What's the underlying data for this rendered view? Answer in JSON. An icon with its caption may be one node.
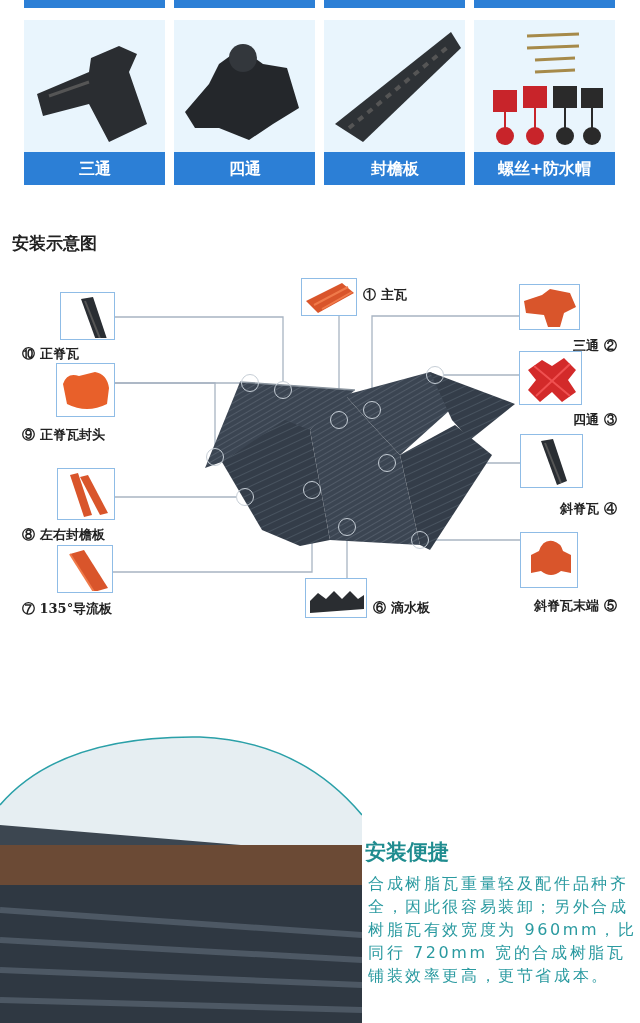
{
  "diagram": {
    "title": "安装示意图",
    "nodes": [
      {
        "text": [
          "三通"
        ]
      },
      {
        "text": [
          "四通"
        ]
      },
      {
        "text": [
          "封檐板"
        ]
      },
      {
        "text": [
          "螺丝+防水帽"
        ]
      },
      {
        "text": [
          "① 主瓦"
        ]
      },
      {
        "text": [
          "三通 ②"
        ]
      },
      {
        "text": [
          "四通 ③"
        ]
      },
      {
        "text": [
          "斜脊瓦 ④"
        ]
      },
      {
        "text": [
          "斜脊瓦末端 ⑤"
        ]
      },
      {
        "text": [
          "⑥ 滴水板"
        ]
      },
      {
        "text": [
          "⑦ 135°导流板"
        ]
      },
      {
        "text": [
          "⑧ 左右封檐板"
        ]
      },
      {
        "text": [
          "⑨ 正脊瓦封头"
        ]
      },
      {
        "text": [
          "⑩ 正脊瓦"
        ]
      },
      {
        "text": [],
        "shape": "picture"
      },
      {
        "text": [],
        "shape": "circle",
        "in": 14
      },
      {
        "text": [],
        "shape": "circle",
        "in": 14
      },
      {
        "text": [],
        "shape": "circle",
        "in": 14
      },
      {
        "text": [],
        "shape": "circle",
        "in": 14
      },
      {
        "text": [],
        "shape": "circle",
        "in": 14
      },
      {
        "text": [],
        "shape": "circle",
        "in": 14
      },
      {
        "text": [],
        "shape": "circle",
        "in": 14
      },
      {
        "text": [],
        "shape": "circle",
        "in": 14
      },
      {
        "text": [],
        "shape": "circle",
        "in": 14
      },
      {
        "text": [],
        "shape": "circle",
        "in": 14
      },
      {
        "text": [],
        "shape": "circle",
        "in": 14
      }
    ],
    "edges": [
      {
        "from": 4,
        "to": 15,
        "arrow": "none"
      },
      {
        "from": 5,
        "to": 16,
        "arrow": "none"
      },
      {
        "from": 6,
        "to": 17,
        "arrow": "none"
      },
      {
        "from": 7,
        "to": 18,
        "arrow": "none"
      },
      {
        "from": 8,
        "to": 19,
        "arrow": "none"
      },
      {
        "from": 9,
        "to": 20,
        "arrow": "none"
      },
      {
        "from": 10,
        "to": 21,
        "arrow": "none"
      },
      {
        "from": 11,
        "to": 22,
        "arrow": "none"
      },
      {
        "from": 12,
        "to": 23,
        "arrow": "none"
      },
      {
        "from": 12,
        "to": 24,
        "arrow": "none"
      },
      {
        "from": 13,
        "to": 25,
        "arrow": "none"
      }
    ],
    "labels": [
      "安装便捷",
      "合成树脂瓦重量轻及配件品种齐全，因此很容易装卸；另外合成树脂瓦有效宽度为 960mm，比同行 720mm 宽的合成树脂瓦铺装效率更高，更节省成本。"
    ]
  }
}
